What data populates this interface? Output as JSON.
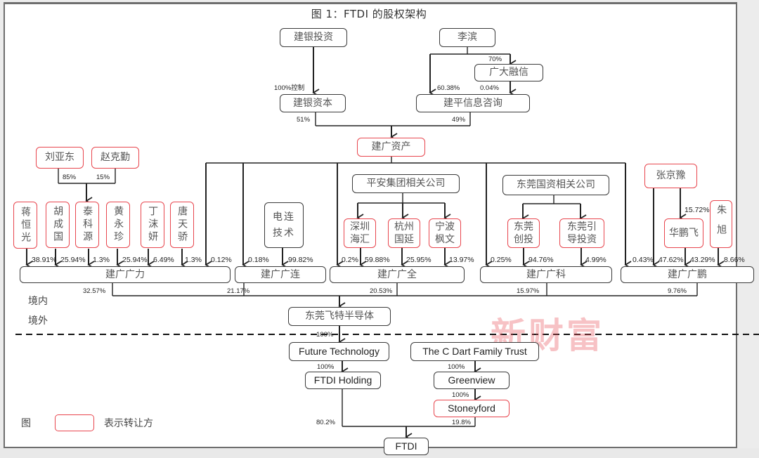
{
  "title": "图 1：FTDI 的股权架构",
  "colors": {
    "transferor_border": "#e8464e",
    "line": "#222222",
    "watermark": "#f2a5aa"
  },
  "nodes": {
    "jianyin_touzi": "建银投资",
    "li_bin": "李滨",
    "guangda_rongxin": "广大融信",
    "jianyin_ziben": "建银资本",
    "jianping_xinxi": "建平信息咨询",
    "jianguang_zichan": "建广资产",
    "liu_yadong": "刘亚东",
    "zhao_keqin": "赵克勤",
    "jiang_hengguang": "蒋恒光",
    "hu_chengguo": "胡成国",
    "tai_keyuan": "泰科源",
    "huang_yongzhen": "黄永珍",
    "ding_moyan": "丁沫妍",
    "tang_tianjiao": "唐天骄",
    "dianlian_jishu": "电连技术",
    "pingan_group": "平安集团相关公司",
    "shenzhen_haihui": "深圳海汇",
    "hangzhou_guoyan": "杭州国延",
    "ningbo_fengwen": "宁波枫文",
    "dongguan_guozi": "东莞国资相关公司",
    "dongguan_chuangtou": "东莞创投",
    "dongguan_yindao": "东莞引导投资",
    "zhang_jingyu": "张京豫",
    "hua_pengfei": "华鹏飞",
    "zhu_xu": "朱旭",
    "jg_guangli": "建广广力",
    "jg_guanglian": "建广广连",
    "jg_guangquan": "建广广全",
    "jg_guangke": "建广广科",
    "jg_guangpeng": "建广广鹏",
    "dongguan_feite": "东莞飞特半导体",
    "future_technology": "Future Technology",
    "c_dart_trust": "The C Dart Family Trust",
    "ftdi_holding": "FTDI Holding",
    "greenview": "Greenview",
    "stoneyford": "Stoneyford",
    "ftdi": "FTDI"
  },
  "percentages": {
    "jianyin_to_ziben": "100%控制",
    "libin_to_guangda": "70%",
    "libin_to_jianping": "60.38%",
    "guangda_to_jianping": "0.04%",
    "ziben_to_zichan": "51%",
    "jianping_to_zichan": "49%",
    "liu_to_taikeyuan": "85%",
    "zhao_to_taikeyuan": "15%",
    "guangli": [
      "38.91%",
      "25.94%",
      "1.3%",
      "25.94%",
      "6.49%",
      "1.3%",
      "0.12%"
    ],
    "guanglian": [
      "0.18%",
      "99.82%"
    ],
    "guangquan": [
      "0.2%",
      "59.88%",
      "25.95%",
      "13.97%"
    ],
    "guangke": [
      "0.25%",
      "94.76%",
      "4.99%"
    ],
    "zhang_to_huapengfei": "15.72%",
    "guangpeng": [
      "0.43%",
      "47.62%",
      "43.29%",
      "8.66%"
    ],
    "to_feite": [
      "32.57%",
      "21.17%",
      "20.53%",
      "15.97%",
      "9.76%"
    ],
    "feite_to_future": "100%",
    "future_to_holding": "100%",
    "trust_to_greenview": "100%",
    "greenview_to_stoneyford": "100%",
    "holding_to_ftdi": "80.2%",
    "stoneyford_to_ftdi": "19.8%"
  },
  "labels": {
    "domestic": "境内",
    "overseas": "境外"
  },
  "legend": {
    "prefix": "图",
    "description": "表示转让方"
  },
  "watermark": "新财富"
}
